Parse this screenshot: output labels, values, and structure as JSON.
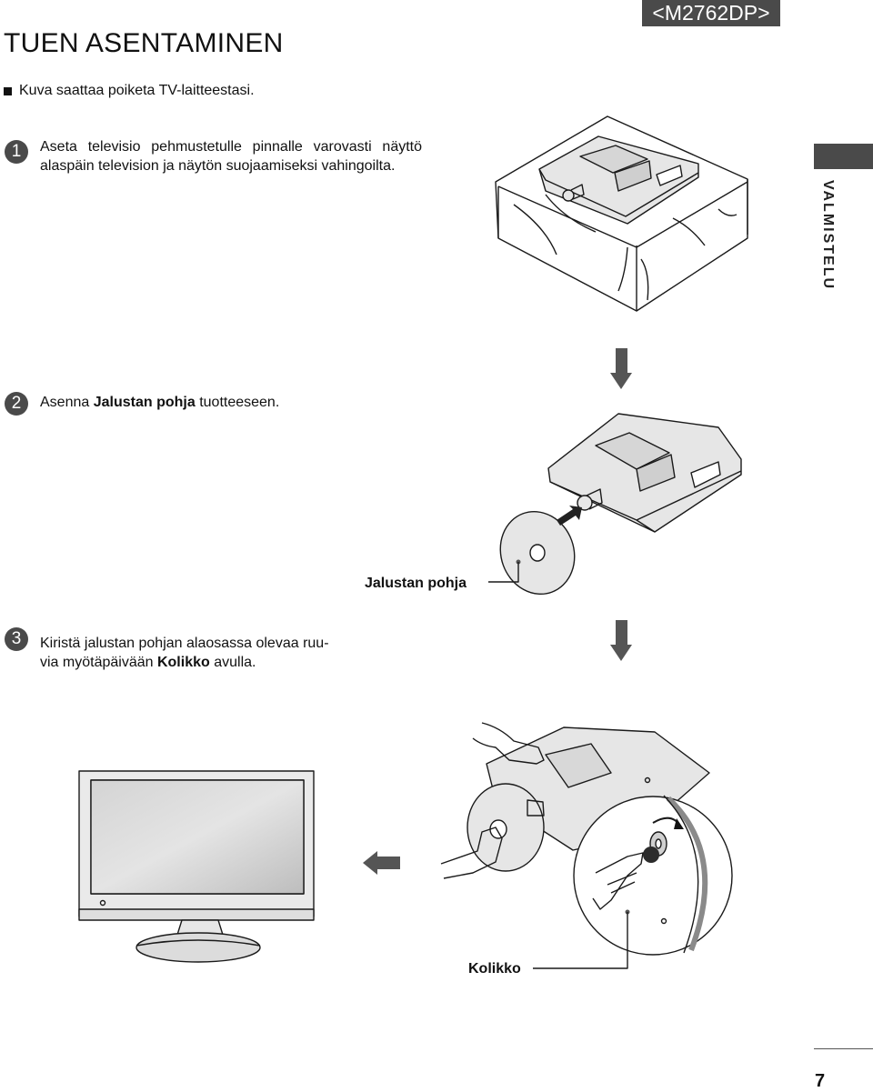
{
  "header": {
    "model": "<M2762DP>",
    "title": "TUEN ASENTAMINEN"
  },
  "note": "Kuva saattaa poiketa TV-laitteestasi.",
  "side_tab": "VALMISTELU",
  "steps": [
    {
      "number": "1",
      "text": "Aseta televisio pehmustetulle pinnalle varovasti näyttö alaspäin television ja näytön suojaamiseksi vahingoilta."
    },
    {
      "number": "2",
      "text_before": "Asenna ",
      "text_bold": "Jalustan pohja",
      "text_after": " tuotteeseen."
    },
    {
      "number": "3",
      "text_line1": "Kiristä jalustan pohjan alaosassa olevaa ruu-",
      "text_line2_before": "via myötäpäivään ",
      "text_line2_bold": "Kolikko",
      "text_line2_after": " avulla."
    }
  ],
  "labels": {
    "stand_base": "Jalustan pohja",
    "coin": "Kolikko"
  },
  "page_number": "7",
  "colors": {
    "badge": "#4a4a4a",
    "text": "#111111",
    "illustration_fill": "#e6e6e6",
    "arrow": "#555555"
  }
}
